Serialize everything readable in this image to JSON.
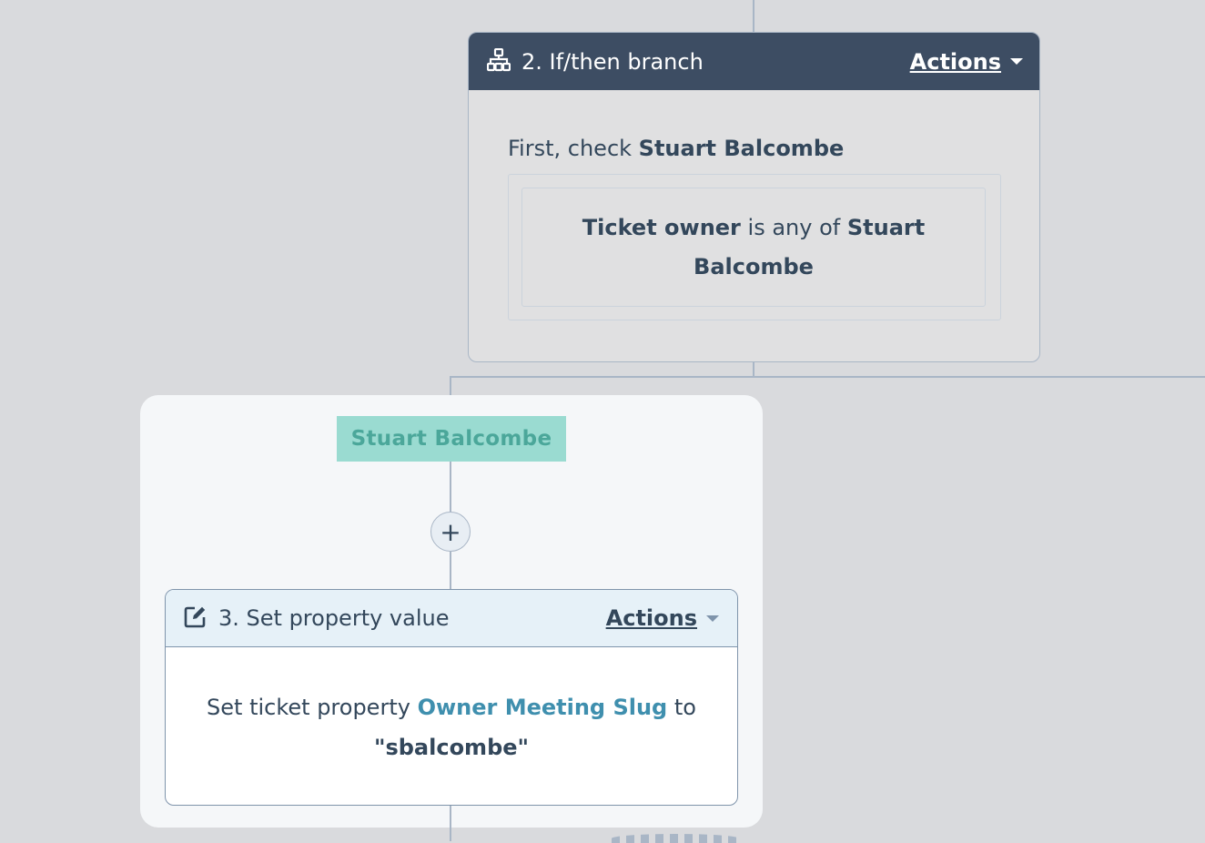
{
  "branch": {
    "title": "2. If/then branch",
    "actions_label": "Actions",
    "first_prefix": "First, check ",
    "first_name": "Stuart Balcombe",
    "condition": {
      "property": "Ticket owner",
      "operator": " is any of ",
      "value": "Stuart Balcombe"
    },
    "label": "Stuart Balcombe"
  },
  "add_button": "+",
  "action": {
    "title": "3. Set property value",
    "actions_label": "Actions",
    "text_prefix": "Set ticket property ",
    "property": "Owner Meeting Slug",
    "text_to": " to",
    "value": "\"sbalcombe\""
  },
  "colors": {
    "header_dark": "#3d4d63",
    "branch_label_bg": "#9adbd1",
    "branch_label_text": "#4ba79a",
    "link": "#3f8fae"
  }
}
